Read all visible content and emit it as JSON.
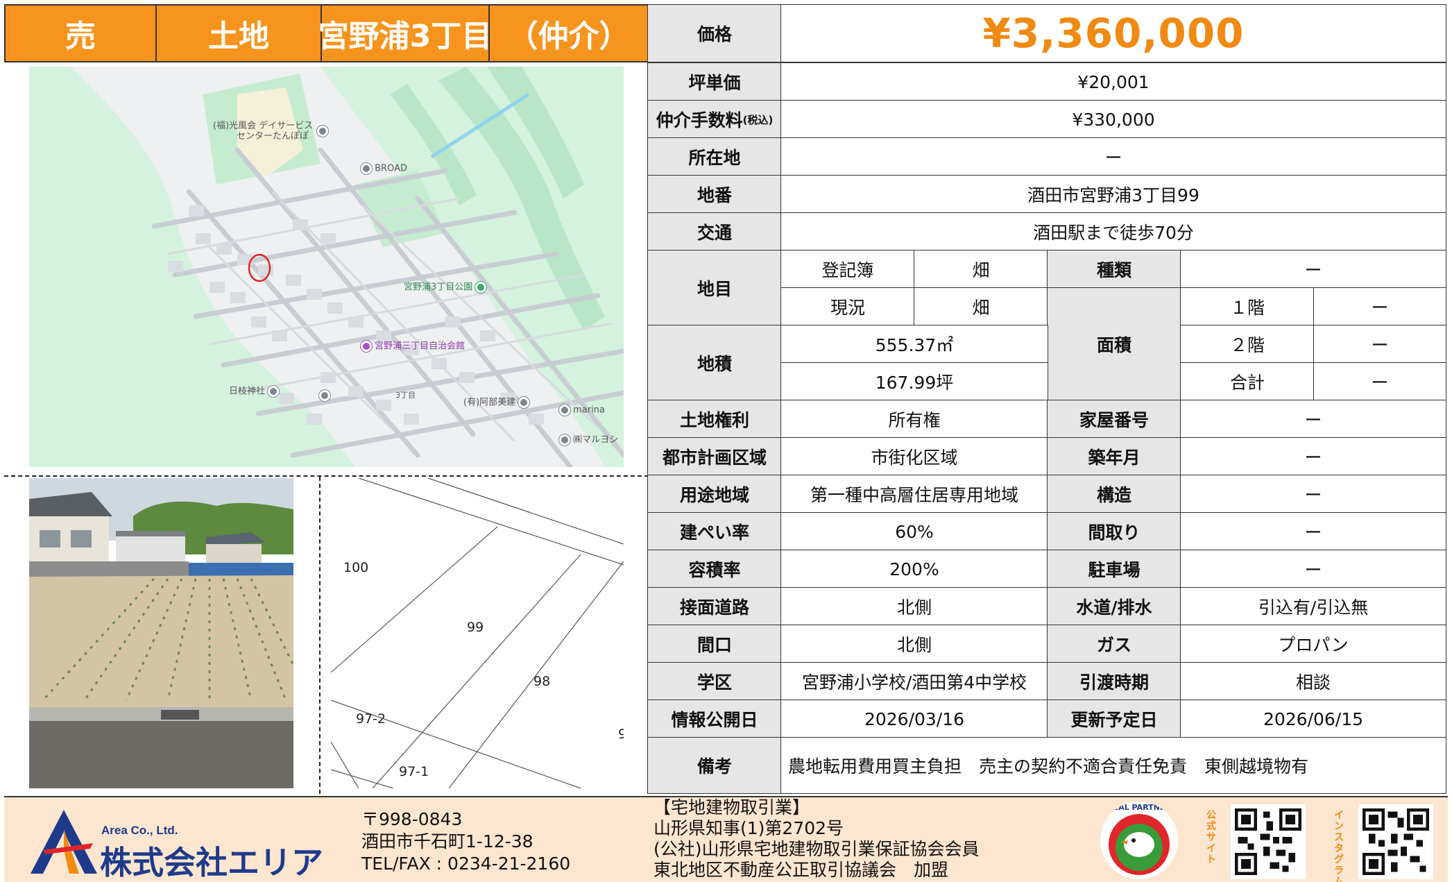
{
  "header": {
    "sale": "売",
    "kind": "土地",
    "area": "宮野浦3丁目",
    "deal": "（仲介）"
  },
  "map": {
    "labels": {
      "service_center_1": "(福)光風会 デイサービス",
      "service_center_2": "センターたんぽぽ",
      "broad": "BROAD",
      "park": "宮野浦3丁目公園",
      "hall": "宮野浦三丁目自治会館",
      "shrine": "日枝神社",
      "chome": "3丁目",
      "abe": "(有)阿部美建",
      "marina": "marina",
      "maruyoshi": "㈱マルヨシ"
    }
  },
  "plot": {
    "lots": [
      "100",
      "99",
      "98",
      "97-2",
      "97-1",
      "9"
    ]
  },
  "details": {
    "price_label": "価格",
    "price": "¥3,360,000",
    "tsubo_price_label": "坪単価",
    "tsubo_price": "¥20,001",
    "fee_label": "仲介手数料",
    "fee_tax": "(税込)",
    "fee": "¥330,000",
    "location_label": "所在地",
    "location": "ー",
    "lot_label": "地番",
    "lot": "酒田市宮野浦3丁目99",
    "transit_label": "交通",
    "transit": "酒田駅まで徒歩70分",
    "land_category_label": "地目",
    "registry_label": "登記簿",
    "registry": "畑",
    "current_label": "現況",
    "current": "畑",
    "type_label": "種類",
    "type": "ー",
    "area_label": "面積",
    "floor1_label": "１階",
    "floor1": "ー",
    "floor2_label": "２階",
    "floor2": "ー",
    "total_label": "合計",
    "total": "ー",
    "land_area_label": "地積",
    "land_area_sqm": "555.37㎡",
    "land_area_tsubo": "167.99坪",
    "land_right_label": "土地権利",
    "land_right": "所有権",
    "house_no_label": "家屋番号",
    "house_no": "ー",
    "city_plan_label": "都市計画区域",
    "city_plan": "市街化区域",
    "built_label": "築年月",
    "built": "ー",
    "zoning_label": "用途地域",
    "zoning": "第一種中高層住居専用地域",
    "structure_label": "構造",
    "structure": "ー",
    "coverage_label": "建ぺい率",
    "coverage": "60%",
    "layout_label": "間取り",
    "layout": "ー",
    "far_label": "容積率",
    "far": "200%",
    "parking_label": "駐車場",
    "parking": "ー",
    "road_label": "接面道路",
    "road": "北側",
    "water_label": "水道/排水",
    "water": "引込有/引込無",
    "frontage_label": "間口",
    "frontage": "北側",
    "gas_label": "ガス",
    "gas": "プロパン",
    "school_label": "学区",
    "school": "宮野浦小学校/酒田第4中学校",
    "handover_label": "引渡時期",
    "handover": "相談",
    "published_label": "情報公開日",
    "published": "2026/03/16",
    "next_update_label": "更新予定日",
    "next_update": "2026/06/15",
    "remarks_label": "備考",
    "remarks": "農地転用費用買主負担　売主の契約不適合責任免責　東側越境物有"
  },
  "footer": {
    "company_en": "Area Co., Ltd.",
    "company": "株式会社エリア",
    "postal": "〒998-0843",
    "address": "酒田市千石町1-12-38",
    "tel": "TEL/FAX : 0234-21-2160",
    "license_title": "【宅地建物取引業】",
    "license_no": "山形県知事(1)第2702号",
    "association": "(公社)山形県宅地建物取引業保証協会会員",
    "council": "東北地区不動産公正取引協議会　加盟",
    "real_partner": "REAL PARTNER",
    "official_site": "公式サイト",
    "instagram": "インスタグラム"
  },
  "colors": {
    "header_orange": "#f7941d",
    "price_orange": "#f08a12",
    "label_gray": "#e6e6e6",
    "footer_bg": "#fde6d0",
    "brand_blue": "#1e3a8a"
  }
}
